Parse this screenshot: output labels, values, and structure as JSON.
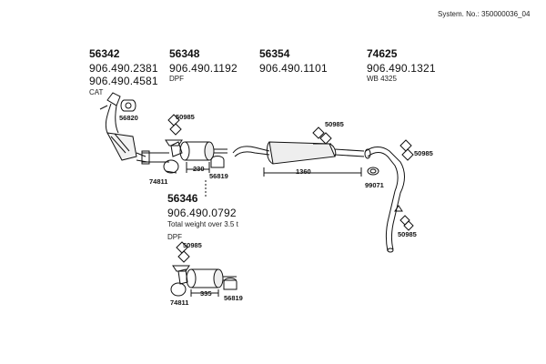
{
  "system_no": "System. No.: 350000036_04",
  "sections": {
    "s1": {
      "part": "56342",
      "nums": [
        "906.490.2381",
        "906.490.4581"
      ],
      "note": "CAT"
    },
    "s2": {
      "part": "56348",
      "nums": [
        "906.490.1192"
      ],
      "note": "DPF"
    },
    "s3": {
      "part": "56354",
      "nums": [
        "906.490.1101"
      ]
    },
    "s4": {
      "part": "74625",
      "nums": [
        "906.490.1321"
      ],
      "note": "WB 4325"
    },
    "s5": {
      "part": "56346",
      "nums": [
        "906.490.0792"
      ],
      "note1": "Total weight over 3.5 t",
      "note2": "DPF"
    }
  },
  "refs": {
    "r56820": "56820",
    "r50985a": "50985",
    "r74811a": "74811",
    "r230": "230",
    "r56819a": "56819",
    "r50985b": "50985",
    "r1360": "1360",
    "r50985c": "50985",
    "r99071": "99071",
    "r50985d": "50985",
    "r50985e": "50985",
    "r74811b": "74811",
    "r335": "335",
    "r56819b": "56819"
  }
}
